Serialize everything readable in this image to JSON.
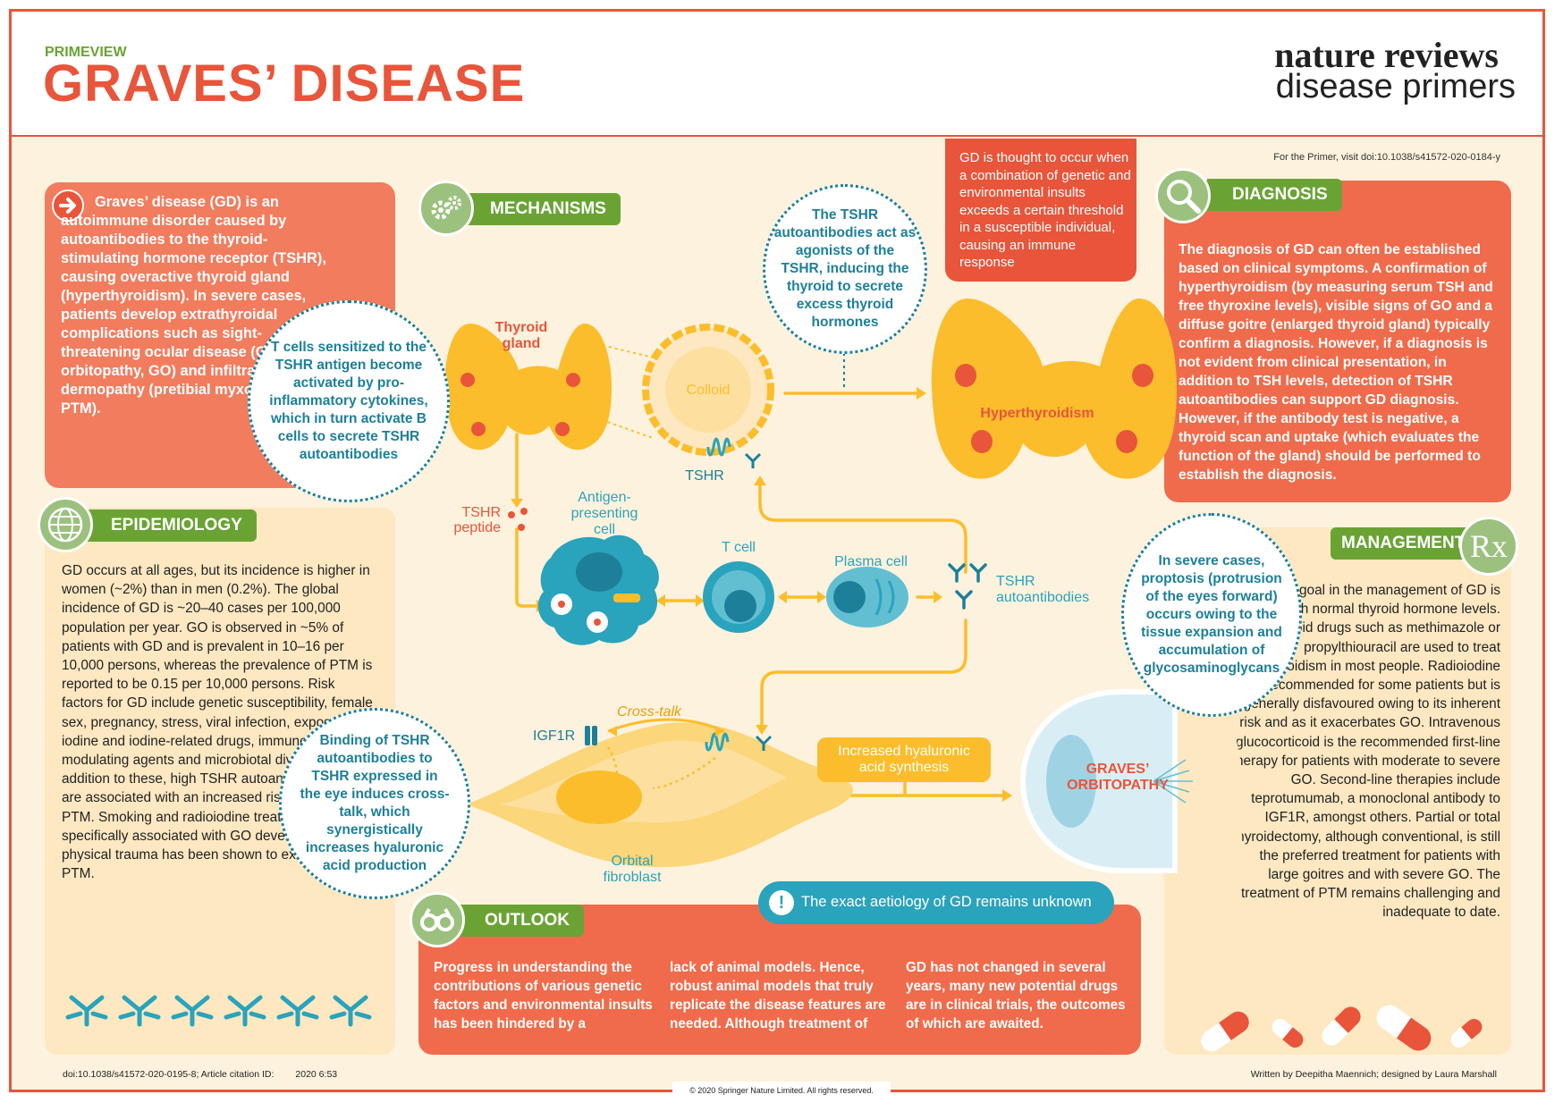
{
  "header": {
    "series": "PRIMEVIEW",
    "title": "GRAVES’ DISEASE",
    "brand_line1": "nature reviews",
    "brand_line2": "disease primers",
    "visit": "For the Primer, visit doi:10.1038/s41572-020-0184-y"
  },
  "intro": {
    "text": "Graves’ disease (GD) is an autoimmune disorder caused by autoantibodies to the thyroid-stimulating hormone receptor (TSHR), causing overactive thyroid gland (hyperthyroidism). In severe cases, patients develop extrathyroidal complications such as sight-threatening ocular disease (Graves’ orbitopathy, GO) and infiltrative dermopathy (pretibial myxoedema, PTM)."
  },
  "epidemiology": {
    "heading": "EPIDEMIOLOGY",
    "text": "GD occurs at all ages, but its incidence is higher in women (~2%) than in men (0.2%). The global incidence of GD is ~20–40 cases per 100,000 population per year. GO is observed in ~5% of patients with GD and is prevalent in 10–16 per 10,000 persons, whereas the prevalence of PTM is reported to be 0.15 per 10,000 persons. Risk factors for GD include genetic susceptibility, female sex, pregnancy, stress, viral infection, exposure to iodine and iodine-related drugs, immune-modulating agents and microbiotal diversity. In addition to these, high TSHR autoantibody titres are associated with an increased risk of GO and PTM. Smoking and radioiodine treatment are specifically associated with GO development, and physical trauma has been shown to exacerbate PTM."
  },
  "mechanisms": {
    "heading": "MECHANISMS",
    "bubble_tcells": "T cells sensitized to the TSHR antigen become activated by pro-inflammatory cytokines, which in turn activate B cells to secrete TSHR autoantibodies",
    "bubble_agonists": "The TSHR autoantibodies act as agonists of the TSHR, inducing the thyroid to secrete excess thyroid hormones",
    "bubble_binding": "Binding of TSHR autoantibodies to TSHR expressed in the eye induces cross-talk, which synergistically increases hyaluronic acid production",
    "red_box": "GD is thought to occur when a combination of genetic and environmental insults exceeds a certain threshold in a susceptible individual, causing an immune response",
    "thyroid_label": "Thyroid gland",
    "colloid": "Colloid",
    "tshr": "TSHR",
    "hyper": "Hyperthyroidism",
    "tshr_peptide": "TSHR peptide",
    "apc": "Antigen-presenting cell",
    "tcell": "T cell",
    "plasma": "Plasma cell",
    "tshr_auto": "TSHR autoantibodies",
    "igf1r": "IGF1R",
    "crosstalk": "Cross-talk",
    "fibroblast": "Orbital fibroblast",
    "hyaluronic": "Increased hyaluronic acid synthesis",
    "orbitopathy": "GRAVES’ ORBITOPATHY"
  },
  "diagnosis": {
    "heading": "DIAGNOSIS",
    "text": "The diagnosis of GD can often be established based on clinical symptoms. A confirmation of hyperthyroidism (by measuring serum TSH and free thyroxine levels), visible signs of GO and a diffuse goitre (enlarged thyroid gland) typically confirm a diagnosis. However, if a diagnosis is not evident from clinical presentation, in addition to TSH levels, detection of TSHR autoantibodies can support GD diagnosis. However, if the antibody test is negative, a thyroid scan and uptake (which evaluates the function of the gland) should be performed to establish the diagnosis."
  },
  "management": {
    "heading": "MANAGEMENT",
    "rx": "Rx",
    "bubble": "In severe cases, proptosis (protrusion of the eyes forward) occurs owing to the tissue expansion and accumulation of glycosaminoglycans",
    "text": "The main goal in the management of GD is to establish normal thyroid hormone levels. Antithyroid drugs such as methimazole or propylthiouracil are used to treat hyperthyroidism in most people. Radioiodine is recommended for some patients but is generally disfavoured owing to its inherent risk and as it exacerbates GO. Intravenous glucocorticoid is the recommended first-line therapy for patients with moderate to severe GO. Second-line therapies include teprotumumab, a monoclonal antibody to IGF1R, amongst others. Partial or total thyroidectomy, although conventional, is still the preferred treatment for patients with large goitres and with severe GO. The treatment of PTM remains challenging and inadequate to date."
  },
  "outlook": {
    "heading": "OUTLOOK",
    "alert_icon": "!",
    "alert": "The exact aetiology of GD remains unknown",
    "col1": "Progress in understanding the contributions of various genetic factors and environmental insults has been hindered by a",
    "col2": "lack of animal models. Hence, robust animal models that truly replicate the disease features are needed.  Although treatment of",
    "col3": "GD has not changed in several years, many new potential drugs are in clinical trials, the outcomes of which are awaited."
  },
  "footer": {
    "citation": "doi:10.1038/s41572-020-0195-8; Article citation ID:",
    "date": "2020 6:53",
    "copyright": "© 2020 Springer Nature Limited. All rights reserved.",
    "credits": "Written by Deepitha Maennich; designed by Laura Marshall"
  },
  "colors": {
    "red": "#e8553a",
    "salmon": "#f27c5e",
    "green": "#6aa334",
    "teal": "#2aa3bc",
    "dark_teal": "#1d7f99",
    "yellow": "#fbbd2b",
    "cream": "#fde8c2"
  }
}
